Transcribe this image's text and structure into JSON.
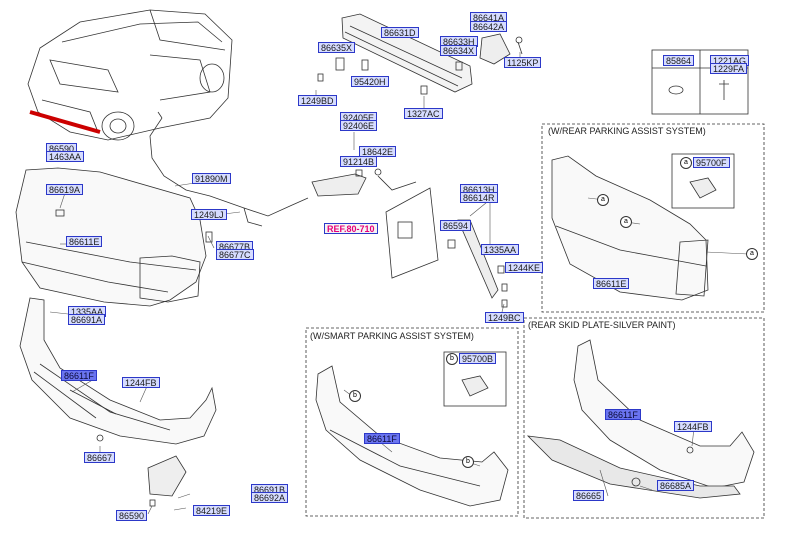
{
  "parts": [
    {
      "id": "p86641A",
      "text": "86641A"
    },
    {
      "id": "p86642A",
      "text": "86642A"
    },
    {
      "id": "p86631D",
      "text": "86631D"
    },
    {
      "id": "p86635X",
      "text": "86635X"
    },
    {
      "id": "p86633H",
      "text": "86633H"
    },
    {
      "id": "p86634X",
      "text": "86634X"
    },
    {
      "id": "p1125KP",
      "text": "1125KP"
    },
    {
      "id": "p95420H",
      "text": "95420H"
    },
    {
      "id": "p1249BD",
      "text": "1249BD"
    },
    {
      "id": "p1327AC",
      "text": "1327AC"
    },
    {
      "id": "p85864",
      "text": "85864"
    },
    {
      "id": "p1221AG",
      "text": "1221AG"
    },
    {
      "id": "p1229FA",
      "text": "1229FA"
    },
    {
      "id": "p86590a",
      "text": "86590"
    },
    {
      "id": "p1463AA",
      "text": "1463AA"
    },
    {
      "id": "p92405E",
      "text": "92405E"
    },
    {
      "id": "p92406E",
      "text": "92406E"
    },
    {
      "id": "p18642E",
      "text": "18642E"
    },
    {
      "id": "p91214B",
      "text": "91214B"
    },
    {
      "id": "p91890M",
      "text": "91890M"
    },
    {
      "id": "p86619A",
      "text": "86619A"
    },
    {
      "id": "p1249LJ",
      "text": "1249LJ"
    },
    {
      "id": "p86611E_a",
      "text": "86611E"
    },
    {
      "id": "p86677B",
      "text": "86677B"
    },
    {
      "id": "p86677C",
      "text": "86677C"
    },
    {
      "id": "pREF",
      "text": "REF.80-710"
    },
    {
      "id": "p86613H",
      "text": "86613H"
    },
    {
      "id": "p86614R",
      "text": "86614R"
    },
    {
      "id": "p86594",
      "text": "86594"
    },
    {
      "id": "p1335AA_a",
      "text": "1335AA"
    },
    {
      "id": "p1244KE",
      "text": "1244KE"
    },
    {
      "id": "p1249BC",
      "text": "1249BC"
    },
    {
      "id": "p95700F",
      "text": "95700F"
    },
    {
      "id": "p86611E_b",
      "text": "86611E"
    },
    {
      "id": "p1335AA_b",
      "text": "1335AA"
    },
    {
      "id": "p86691A",
      "text": "86691A"
    },
    {
      "id": "p86611F_a",
      "text": "86611F"
    },
    {
      "id": "p1244FB_a",
      "text": "1244FB"
    },
    {
      "id": "p86667",
      "text": "86667"
    },
    {
      "id": "p86691B",
      "text": "86691B"
    },
    {
      "id": "p86692A",
      "text": "86692A"
    },
    {
      "id": "p84219E",
      "text": "84219E"
    },
    {
      "id": "p86590b",
      "text": "86590"
    },
    {
      "id": "p95700B",
      "text": "95700B"
    },
    {
      "id": "p86611F_b",
      "text": "86611F"
    },
    {
      "id": "p86611F_c",
      "text": "86611F"
    },
    {
      "id": "p1244FB_b",
      "text": "1244FB"
    },
    {
      "id": "p86665",
      "text": "86665"
    },
    {
      "id": "p86685A",
      "text": "86685A"
    }
  ],
  "captions": {
    "rear_parking": "(W/REAR PARKING ASSIST SYSTEM)",
    "smart_parking": "(W/SMART PARKING ASSIST SYSTEM)",
    "skid_plate": "(REAR SKID PLATE-SILVER PAINT)"
  },
  "callout_letters": {
    "a": "a",
    "b": "b"
  }
}
